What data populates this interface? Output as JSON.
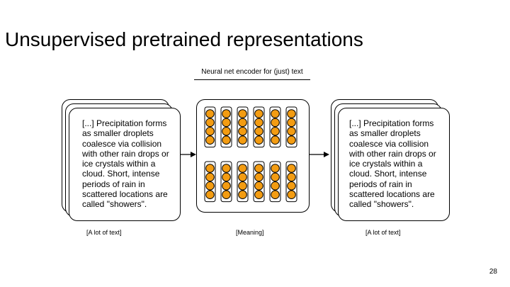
{
  "slide": {
    "title": "Unsupervised pretrained representations",
    "subtitle": "Neural net encoder for (just) text",
    "page_number": "28"
  },
  "input_doc": {
    "text": "[...] Precipitation forms as smaller droplets coalesce via collision with other rain drops or ice crystals within a cloud. Short, intense periods of rain in scattered locations are called \"showers\".",
    "caption": "[A lot of text]"
  },
  "encoder": {
    "caption": "[Meaning]",
    "neuron_color": "#f39c12",
    "column_color": "#ffffff",
    "groups": [
      {
        "columns": 6,
        "neurons_per_column": 4
      },
      {
        "columns": 6,
        "neurons_per_column": 4
      }
    ]
  },
  "output_doc": {
    "text": "[...] Precipitation forms as smaller droplets coalesce via collision with other rain drops or ice crystals within a cloud. Short, intense periods of rain in scattered locations are called \"showers\".",
    "caption": "[A lot of text]"
  },
  "colors": {
    "neuron_fill": "#f39c12",
    "stroke": "#000000",
    "background": "#ffffff"
  }
}
